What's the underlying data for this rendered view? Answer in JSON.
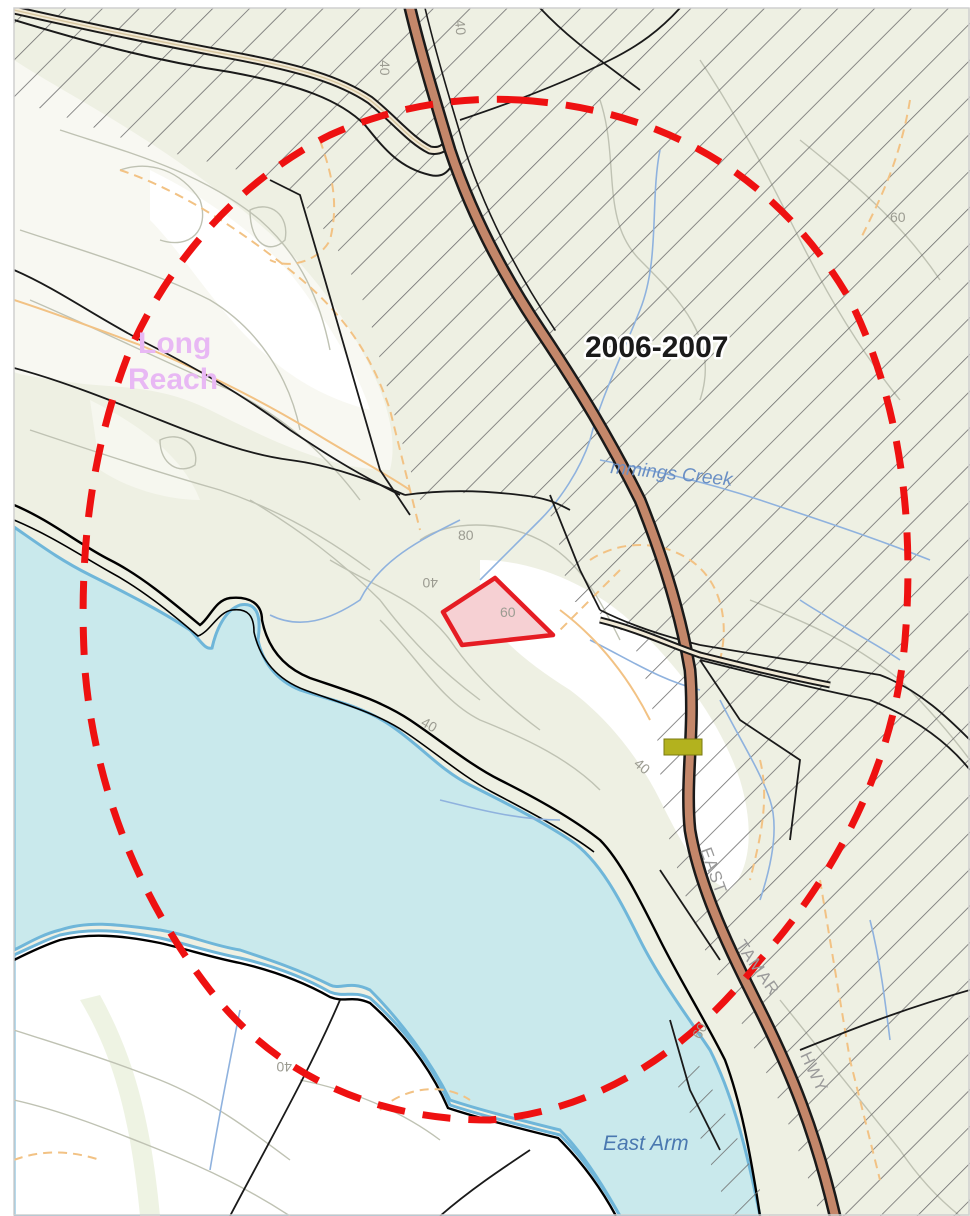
{
  "map": {
    "labels": {
      "survey_year": "2006-2007",
      "place_line1": "Long",
      "place_line2": "Reach",
      "creek": "mmings Creek",
      "water_body": "East Arm",
      "road_segment_1": "EAST",
      "road_segment_2": "TAMAR",
      "road_segment_3": "HWY"
    },
    "contour_labels": {
      "c1": "40",
      "c2": "40",
      "c3": "60",
      "c4": "80",
      "c5": "40",
      "c6": "60",
      "c7": "40",
      "c8": "40",
      "c9": "40",
      "c10": "60"
    },
    "icons": {
      "buffer": "dashed-circle-buffer",
      "site": "site-parcel-polygon",
      "marker": "yellow-square-marker",
      "hatch": "diagonal-hatch-area"
    },
    "colors": {
      "land": "#eef0e3",
      "water": "#c9e9ec",
      "highway": "#c4876a",
      "buffer": "#ee1111",
      "site_fill": "#f6d0d3",
      "site_stroke": "#e51c23",
      "hatch": "#6e6e6e",
      "stream": "#8fb2de",
      "track": "#f2c284",
      "contour": "#bfc2b3",
      "marker": "#b3b21e",
      "place_label": "#e8b8f4"
    }
  }
}
